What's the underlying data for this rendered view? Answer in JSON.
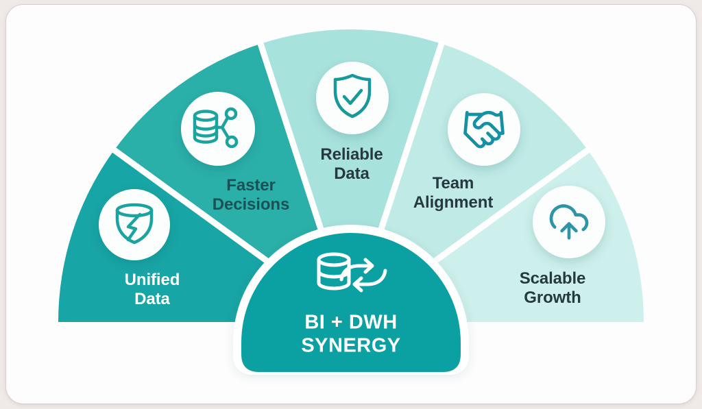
{
  "page": {
    "background": "#efe9e8",
    "card_background": "#fdfdfe",
    "divider_color": "#ffffff"
  },
  "center": {
    "title": "BI + DWH\nSYNERGY",
    "color": "#0ba1a2",
    "text_color": "#ffffff",
    "icon": "database-sync-icon",
    "icon_color": "#ffffff"
  },
  "segments": [
    {
      "label": "Unified\nData",
      "icon": "shield-lightning-icon",
      "color": "#18a5a5",
      "icon_color": "#1ba39f",
      "text_color": "#ffffff"
    },
    {
      "label": "Faster\nDecisions",
      "icon": "database-share-icon",
      "color": "#2aafa9",
      "icon_color": "#1ba39f",
      "text_color": "#1a5156"
    },
    {
      "label": "Reliable\nData",
      "icon": "shield-check-icon",
      "color": "#a8e2dd",
      "icon_color": "#17989b",
      "text_color": "#263a3e"
    },
    {
      "label": "Team\nAlignment",
      "icon": "handshake-icon",
      "color": "#bfeae6",
      "icon_color": "#1491a3",
      "text_color": "#263a3e"
    },
    {
      "label": "Scalable\nGrowth",
      "icon": "cloud-upload-icon",
      "color": "#cdf0ec",
      "icon_color": "#2e95a7",
      "text_color": "#263a3e"
    }
  ]
}
